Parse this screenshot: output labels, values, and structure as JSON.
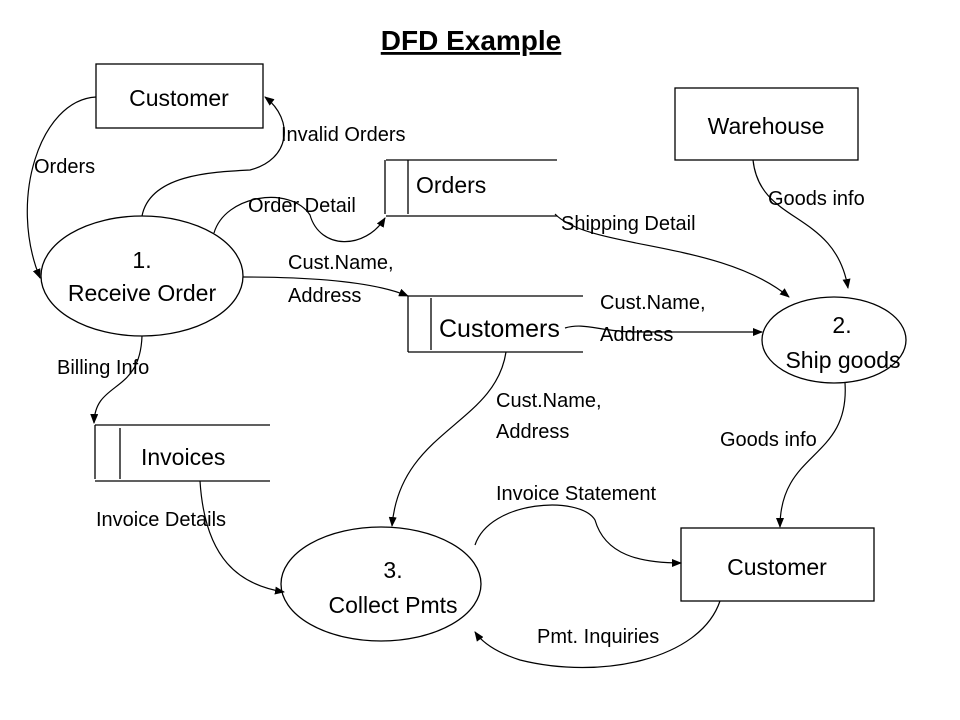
{
  "title": "DFD Example",
  "entities": {
    "customer_top": "Customer",
    "warehouse": "Warehouse",
    "customer_bottom": "Customer"
  },
  "processes": {
    "p1": {
      "number": "1.",
      "name": "Receive Order"
    },
    "p2": {
      "number": "2.",
      "name": "Ship goods"
    },
    "p3": {
      "number": "3.",
      "name": "Collect Pmts"
    }
  },
  "stores": {
    "orders": "Orders",
    "customers": "Customers",
    "invoices": "Invoices"
  },
  "flows": {
    "orders": "Orders",
    "invalid_orders": "Invalid Orders",
    "order_detail": "Order Detail",
    "cust_name_1": "Cust.Name,",
    "address_1": "Address",
    "shipping_detail": "Shipping Detail",
    "goods_info_1": "Goods info",
    "cust_name_2": "Cust.Name,",
    "address_2": "Address",
    "billing_info": "Billing Info",
    "cust_name_3": "Cust.Name,",
    "address_3": "Address",
    "goods_info_2": "Goods info",
    "invoice_statement": "Invoice Statement",
    "invoice_details": "Invoice Details",
    "pmt_inquiries": "Pmt. Inquiries"
  }
}
